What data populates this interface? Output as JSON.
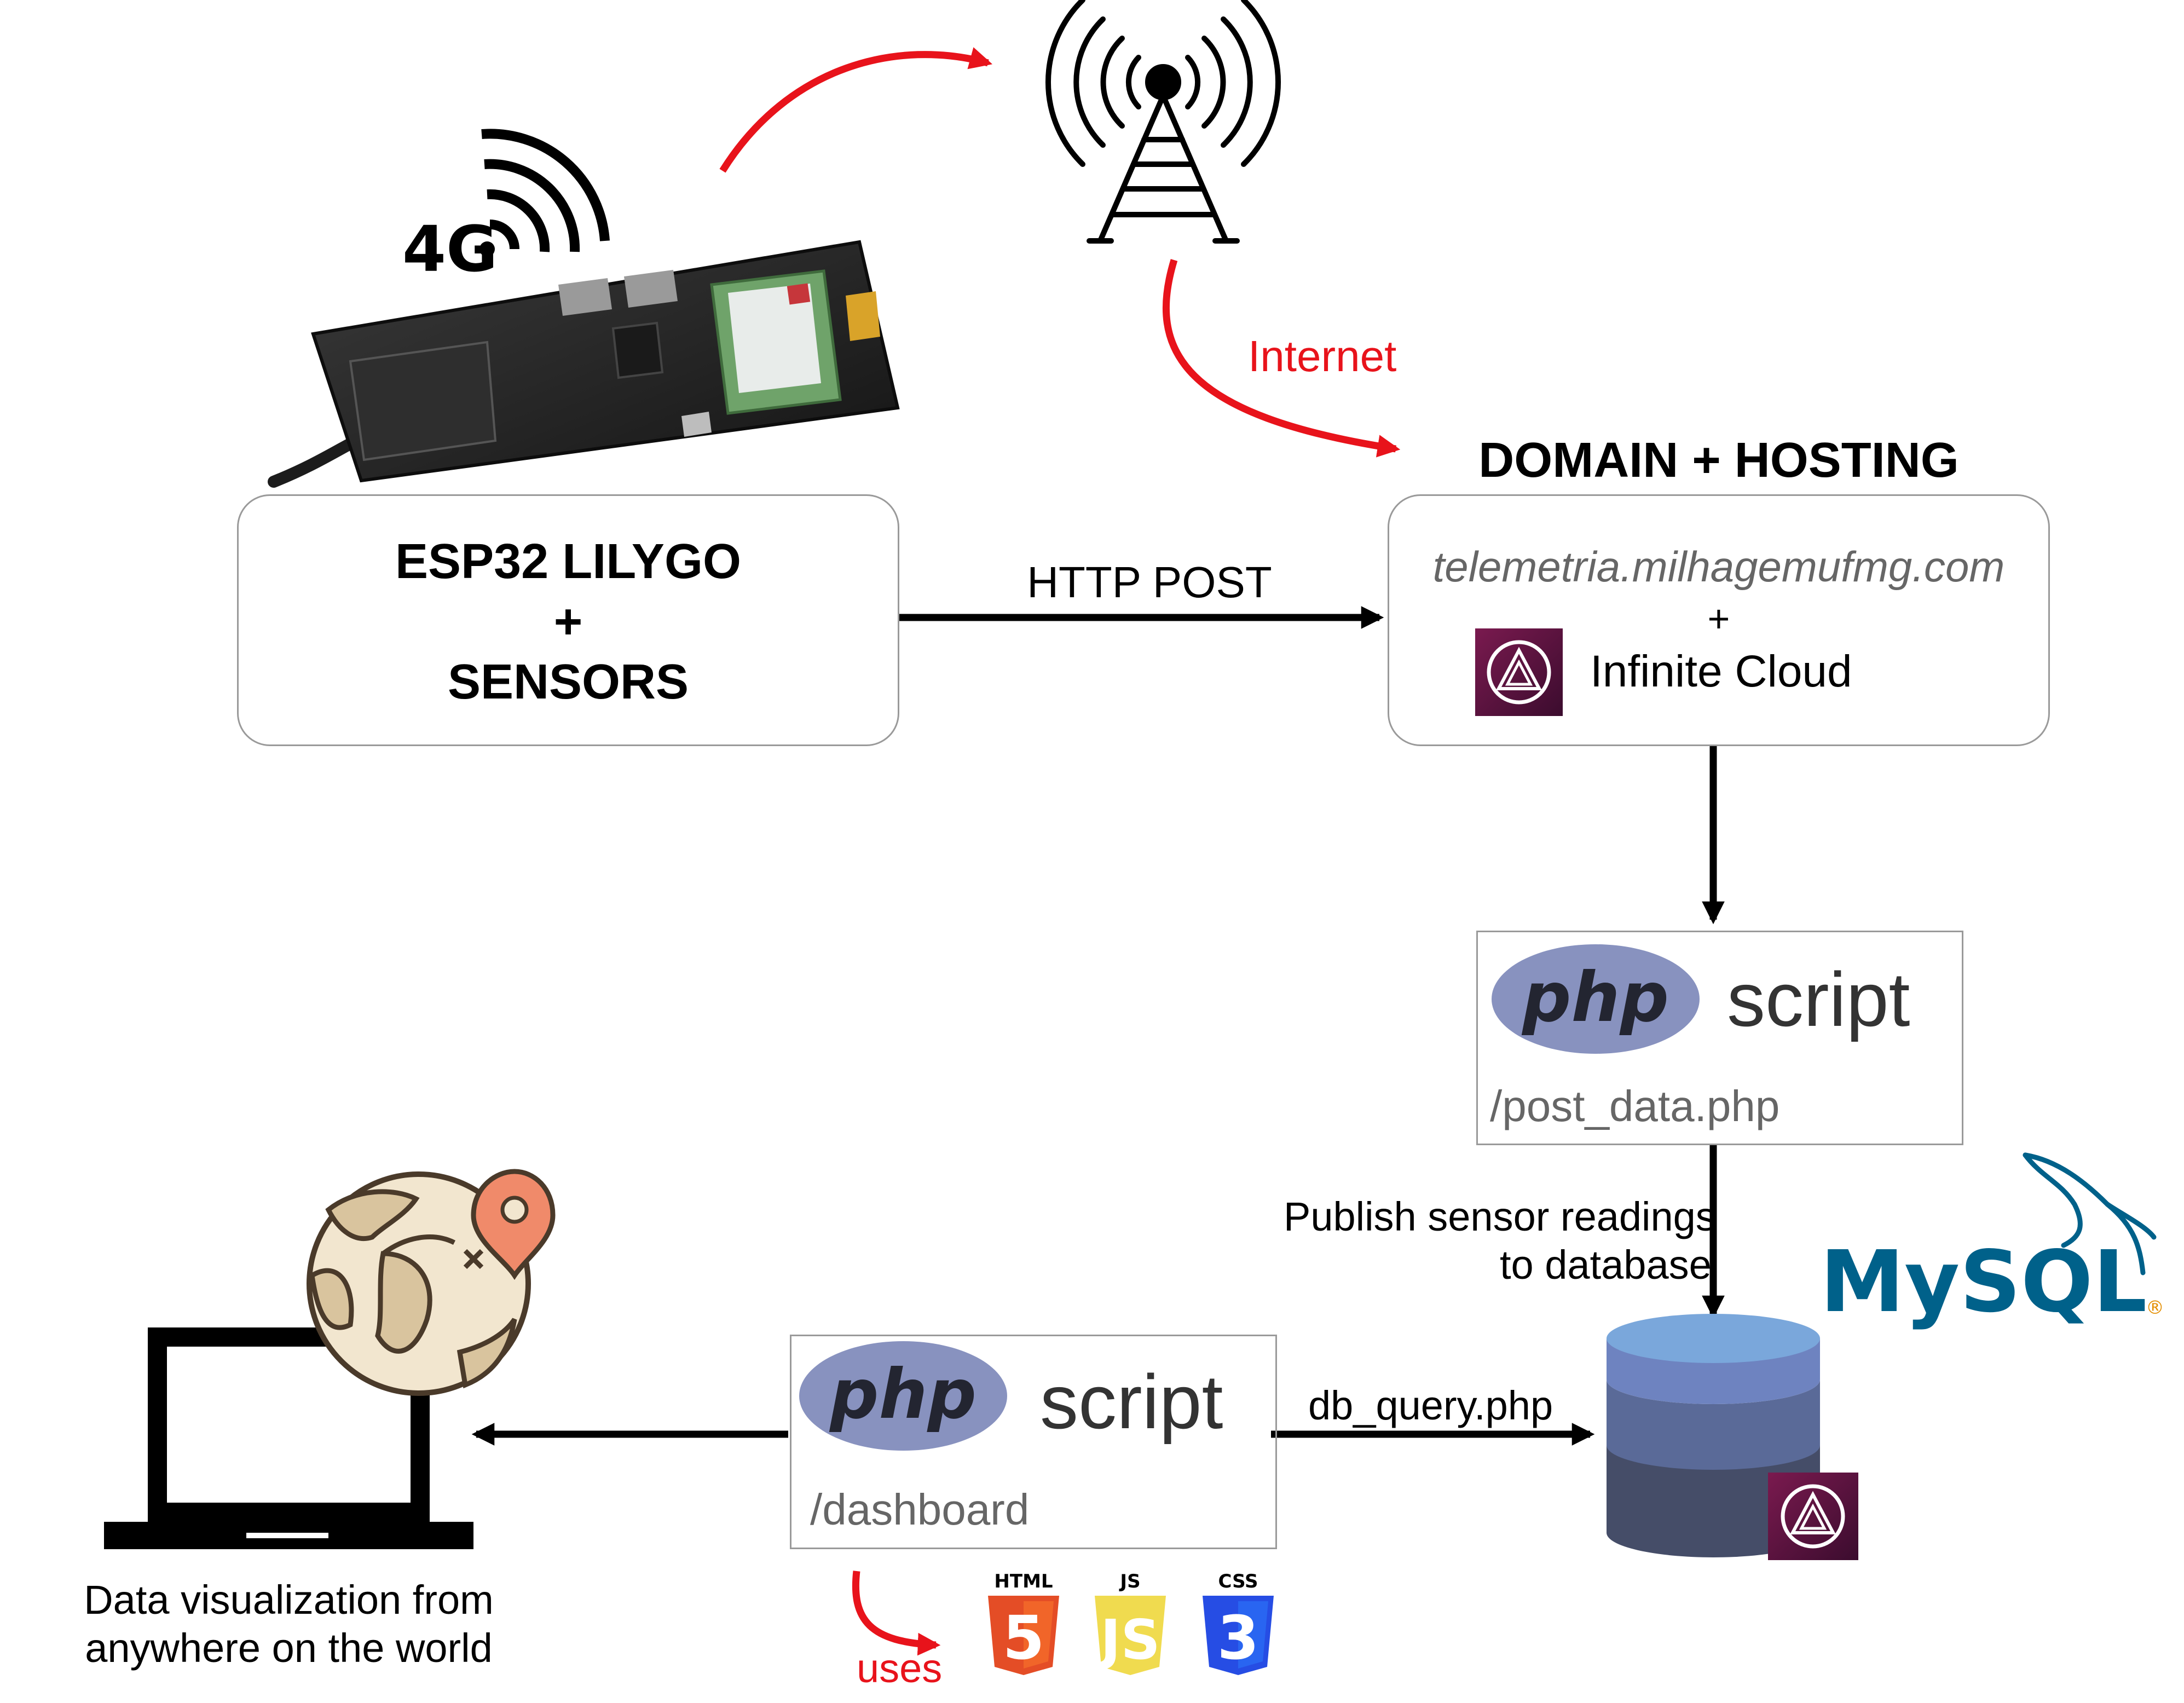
{
  "device": {
    "badge": "4G",
    "box_lines": [
      "ESP32 LILYGO",
      "+",
      "SENSORS"
    ]
  },
  "links": {
    "internet": "Internet",
    "http_post": "HTTP POST",
    "publish": [
      "Publish sensor readings",
      "to database"
    ],
    "db_query": "db_query.php",
    "uses": "uses"
  },
  "hosting": {
    "title": "DOMAIN + HOSTING",
    "domain": "telemetria.milhagemufmg.com",
    "plus": "+",
    "provider": "Infinite Cloud"
  },
  "php_post": {
    "logo": "php",
    "label": "script",
    "path": "/post_data.php"
  },
  "php_dashboard": {
    "logo": "php",
    "label": "script",
    "path": "/dashboard"
  },
  "database": {
    "logo": "MySQL",
    "trademark": "®"
  },
  "client": {
    "caption": [
      "Data visualization from",
      "anywhere on the world"
    ]
  },
  "tech": {
    "html": "HTML",
    "js": "JS",
    "css": "CSS"
  },
  "colors": {
    "red_arrow": "#e8131b",
    "black_arrow": "#000000",
    "php_oval": "#8892bf",
    "php_text": "#232531",
    "mysql_blue": "#00618a",
    "mysql_orange": "#e48e00",
    "db_top": "#7aa7db",
    "db_mid1": "#6e83c0",
    "db_mid2": "#5a6a98",
    "db_bottom": "#454d68",
    "infinite_cloud": "#6a1b4d",
    "html5": "#e44d26",
    "js": "#f0db4f",
    "css3": "#264de4",
    "globe_fill": "#f2e6cf",
    "globe_land": "#d9c49e",
    "pin": "#f08a6a"
  },
  "icons": [
    "cell-tower-icon",
    "signal-icon",
    "infinite-cloud-icon",
    "mysql-dolphin-icon",
    "database-icon",
    "laptop-icon",
    "globe-icon",
    "map-pin-icon",
    "html5-icon",
    "js-icon",
    "css3-icon"
  ]
}
